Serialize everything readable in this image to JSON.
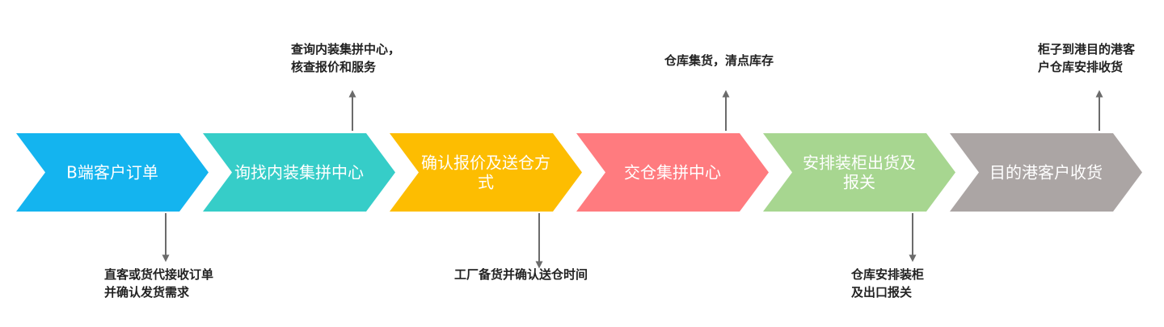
{
  "colors": {
    "arrow_line": "#6b6b6b",
    "note_text": "#222222",
    "step_text": "#ffffff"
  },
  "steps": [
    {
      "lines": [
        "B端客户订单"
      ],
      "color": "#14b4ef"
    },
    {
      "lines": [
        "询找内装集拼中心"
      ],
      "color": "#36cdc8"
    },
    {
      "lines": [
        "确认报价及送仓方",
        "式"
      ],
      "color": "#fdbd01"
    },
    {
      "lines": [
        "交仓集拼中心"
      ],
      "color": "#ff7b7f"
    },
    {
      "lines": [
        "安排装柜出货及",
        "报关"
      ],
      "color": "#a7d690"
    },
    {
      "lines": [
        "目的港客户收货"
      ],
      "color": "#aba5a4"
    }
  ],
  "notes_above": [
    {
      "step": 1,
      "lines": [
        "查询内装集拼中心，",
        "核查报价和服务"
      ]
    },
    {
      "step": 3,
      "lines": [
        "仓库集货，清点库存"
      ]
    },
    {
      "step": 5,
      "lines": [
        "柜子到港目的港客",
        "户仓库安排收货"
      ]
    }
  ],
  "notes_below": [
    {
      "step": 0,
      "lines": [
        "直客或货代接收订单",
        "并确认发货需求"
      ]
    },
    {
      "step": 2,
      "lines": [
        "工厂备货并确认送仓时间"
      ]
    },
    {
      "step": 4,
      "lines": [
        "仓库安排装柜",
        "及出口报关"
      ]
    }
  ]
}
